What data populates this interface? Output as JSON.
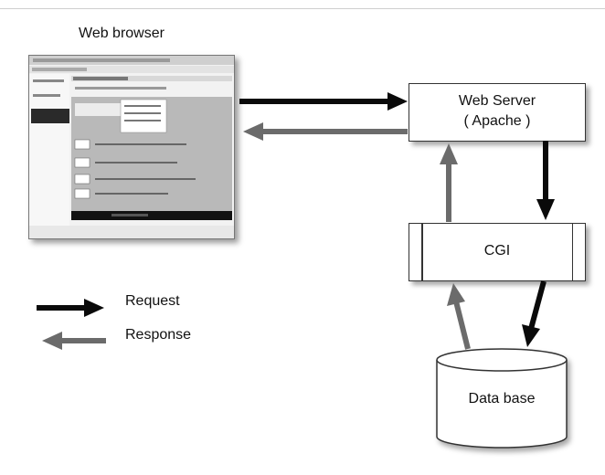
{
  "title": "Web browser",
  "nodes": {
    "web_server": {
      "line1": "Web Server",
      "line2": "( Apache )"
    },
    "cgi": {
      "label": "CGI"
    },
    "database": {
      "label": "Data base"
    }
  },
  "legend": {
    "request": "Request",
    "response": "Response"
  },
  "colors": {
    "request_arrow": "#0a0a0a",
    "response_arrow": "#6b6b6b"
  }
}
